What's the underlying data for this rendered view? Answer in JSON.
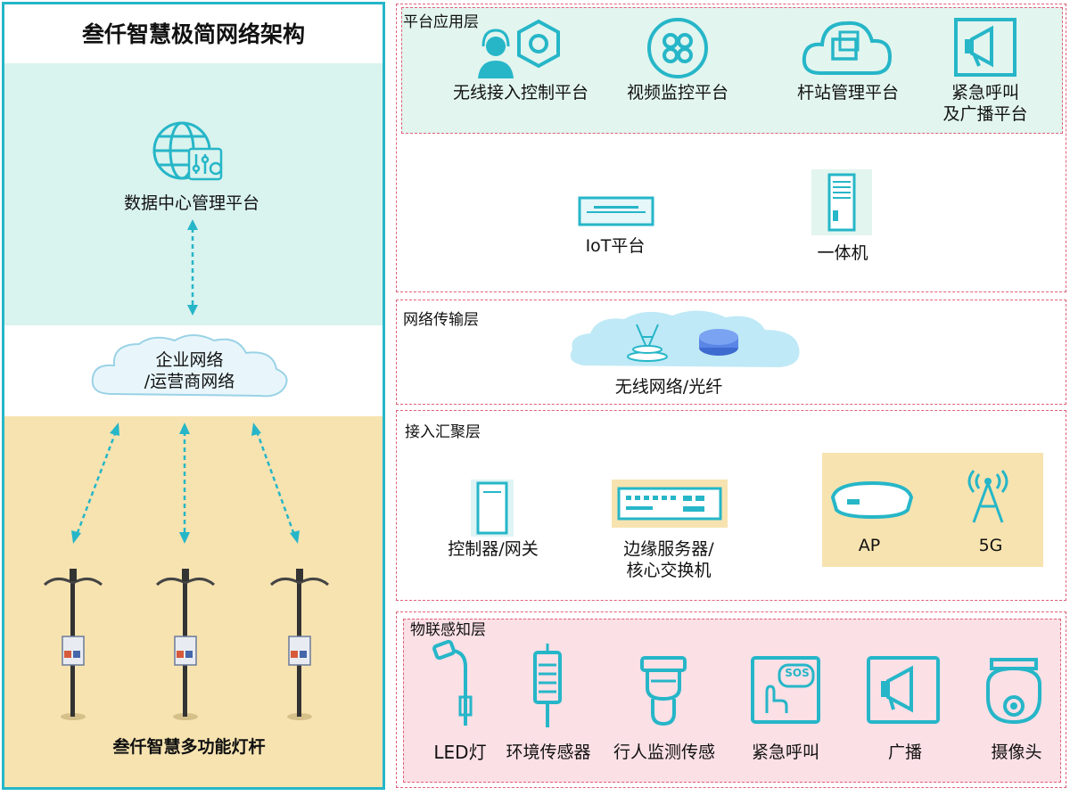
{
  "left_panel": {
    "title": "叁仟智慧极简网络架构",
    "data_center": "数据中心管理平台",
    "network_line1": "企业网络",
    "network_line2": "/运营商网络",
    "poles_label": "叁仟智慧多功能灯杆"
  },
  "platform_layer": {
    "title": "平台应用层",
    "apps": [
      {
        "label": "无线接入控制平台",
        "icon": "wireless-access-control-icon"
      },
      {
        "label": "视频监控平台",
        "icon": "video-surveillance-icon"
      },
      {
        "label": "杆站管理平台",
        "icon": "pole-station-cloud-icon"
      },
      {
        "label_line1": "紧急呼叫",
        "label_line2": "及广播平台",
        "icon": "megaphone-icon"
      }
    ],
    "devices": [
      {
        "label": "IoT平台",
        "icon": "iot-server-icon"
      },
      {
        "label": "一体机",
        "icon": "all-in-one-server-icon"
      }
    ]
  },
  "network_layer": {
    "title": "网络传输层",
    "cloud_label": "无线网络/光纤"
  },
  "access_layer": {
    "title": "接入汇聚层",
    "controller": "控制器/网关",
    "edge_line1": "边缘服务器/",
    "edge_line2": "核心交换机",
    "ap": "AP",
    "fiveg": "5G"
  },
  "iot_layer": {
    "title": "物联感知层",
    "items": [
      "LED灯",
      "环境传感器",
      "行人监测传感",
      "紧急呼叫",
      "广播",
      "摄像头"
    ],
    "sos_text": "SOS"
  },
  "colors": {
    "teal": "#26b6c8",
    "mint_bg": "#d9f3ee",
    "sand_bg": "#f7e3b0",
    "dash_pink": "#e0607a"
  }
}
